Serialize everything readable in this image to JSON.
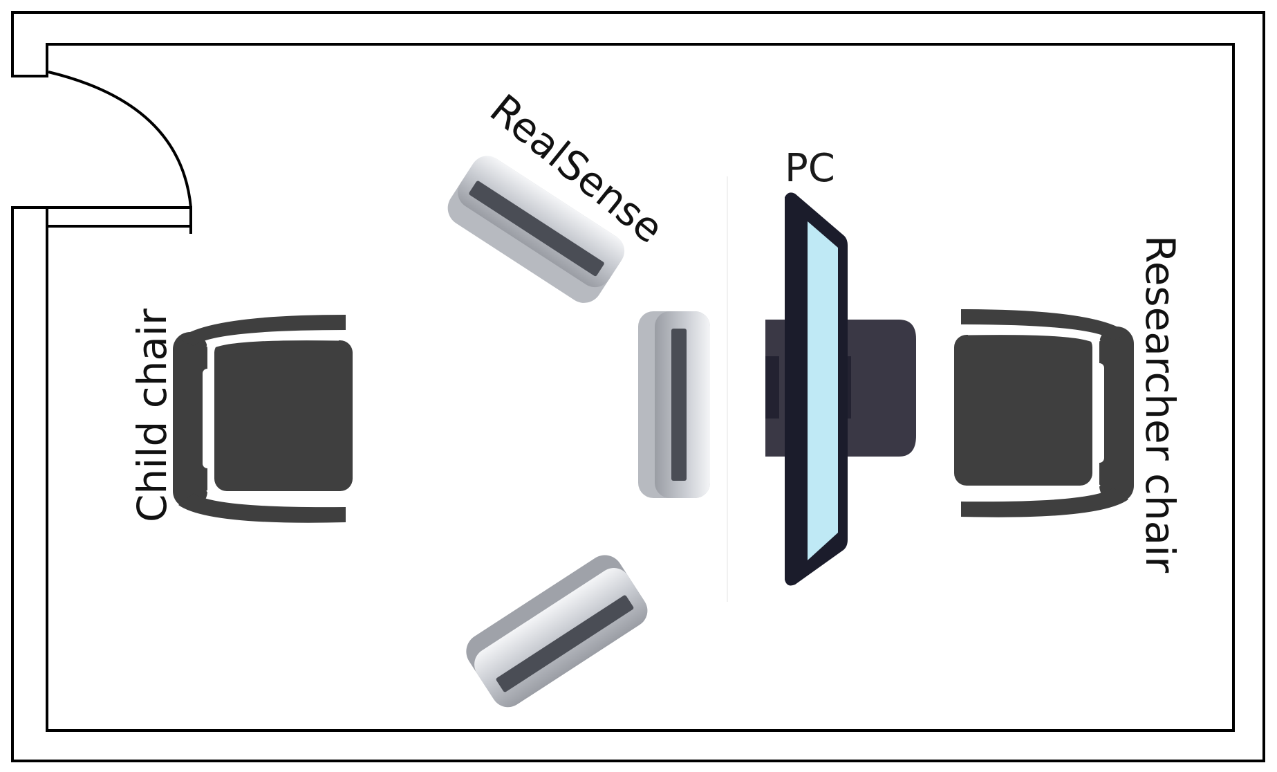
{
  "labels": {
    "child_chair": "Child chair",
    "researcher_chair": "Researcher chair",
    "pc": "PC",
    "realsense": "RealSense"
  },
  "colors": {
    "wall": "#000000",
    "chair": "#3f3f3f",
    "chair_highlight": "#ffffff",
    "monitor_frame": "#1b1c2b",
    "monitor_screen": "#bfe9f5",
    "monitor_stand": "#3a3845",
    "camera_body": "#c9ccd2",
    "camera_dark": "#4a4d55"
  },
  "icons": {
    "door": "door-swing-icon",
    "child_chair": "office-chair-icon",
    "researcher_chair": "office-chair-icon",
    "pc": "computer-monitor-icon",
    "camera": "depth-camera-icon"
  }
}
